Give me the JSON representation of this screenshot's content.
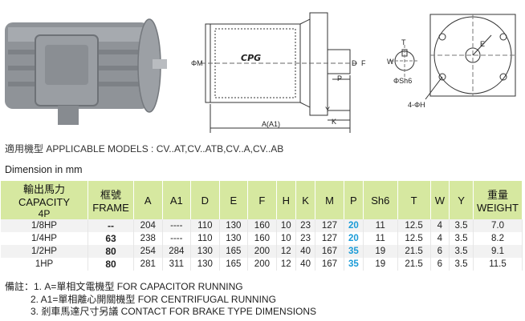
{
  "figure": {
    "brand_logo": "CPG",
    "labels": {
      "phi_m": "ΦM",
      "d": "D",
      "f": "F",
      "p": "P",
      "y": "Y",
      "k": "K",
      "a_a1": "A(A1)",
      "t": "T",
      "w": "W",
      "sh6": "ΦSh6",
      "e": "E",
      "holes": "4-ΦH"
    }
  },
  "applicable_models": "適用機型 APPLICABLE MODELS : CV..AT,CV..ATB,CV..A,CV..AB",
  "dimension_title": "Dimension in mm",
  "table": {
    "header": {
      "capacity_cn": "輸出馬力",
      "capacity_en": "CAPACITY",
      "poles": "4P",
      "frame_cn": "框號",
      "frame_en": "FRAME",
      "a": "A",
      "a1": "A1",
      "d": "D",
      "e": "E",
      "f": "F",
      "h": "H",
      "k": "K",
      "m": "M",
      "p": "P",
      "sh6": "Sh6",
      "t": "T",
      "w": "W",
      "y": "Y",
      "weight_cn": "重量",
      "weight_en": "WEIGHT"
    },
    "rows": [
      {
        "capacity": "1/8HP",
        "frame": "--",
        "a": "204",
        "a1": "----",
        "d": "110",
        "e": "130",
        "f": "160",
        "h": "10",
        "k": "23",
        "m": "127",
        "p": "20",
        "sh6": "11",
        "t": "12.5",
        "w": "4",
        "y": "3.5",
        "weight": "7.0"
      },
      {
        "capacity": "1/4HP",
        "frame": "63",
        "a": "238",
        "a1": "----",
        "d": "110",
        "e": "130",
        "f": "160",
        "h": "10",
        "k": "23",
        "m": "127",
        "p": "20",
        "sh6": "11",
        "t": "12.5",
        "w": "4",
        "y": "3.5",
        "weight": "8.2"
      },
      {
        "capacity": "1/2HP",
        "frame": "80",
        "a": "254",
        "a1": "284",
        "d": "130",
        "e": "165",
        "f": "200",
        "h": "12",
        "k": "40",
        "m": "167",
        "p": "35",
        "sh6": "19",
        "t": "21.5",
        "w": "6",
        "y": "3.5",
        "weight": "9.1"
      },
      {
        "capacity": "1HP",
        "frame": "80",
        "a": "281",
        "a1": "311",
        "d": "130",
        "e": "165",
        "f": "200",
        "h": "12",
        "k": "40",
        "m": "167",
        "p": "35",
        "sh6": "19",
        "t": "21.5",
        "w": "6",
        "y": "3.5",
        "weight": "11.5"
      }
    ]
  },
  "notes": {
    "line1": "備註：1. A=單相文電機型  FOR CAPACITOR RUNNING",
    "line2": "2. A1=單相離心開關機型  FOR CENTRIFUGAL RUNNING",
    "line3": "3. 剎車馬達尺寸另議  CONTACT FOR BRAKE TYPE DIMENSIONS"
  }
}
